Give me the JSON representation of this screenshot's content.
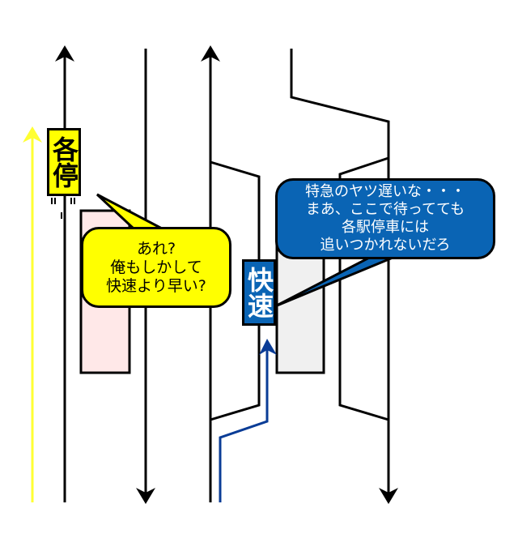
{
  "trains": {
    "local": {
      "label": "各停",
      "color": "#ffff00"
    },
    "rapid": {
      "label": "快速",
      "color": "#0a64b4",
      "path_color": "#0a3c96"
    }
  },
  "bubbles": {
    "local": {
      "lines": [
        "あれ?",
        "俺もしかして",
        "快速より早い?"
      ],
      "color": "#ffff00"
    },
    "rapid": {
      "lines": [
        "特急のヤツ遅いな・・・",
        "まあ、ここで待ってても",
        "各駅停車には",
        "追いつかれないだろ"
      ],
      "color": "#0a64b4"
    }
  },
  "colors": {
    "platform_left": "#ffe8e8",
    "platform_right": "#f0f0f0",
    "local_path": "#ffff33"
  }
}
